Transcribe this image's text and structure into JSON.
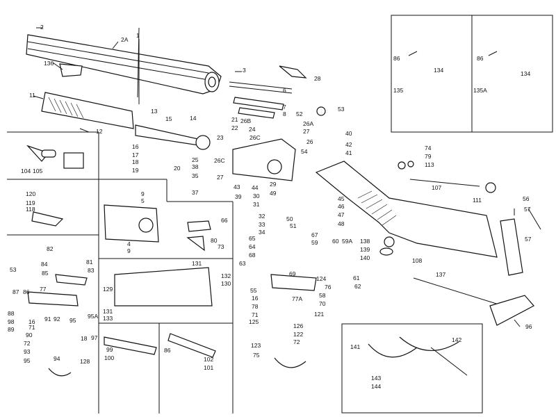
{
  "title": "",
  "labels": [
    "2",
    "2A",
    "1",
    "136",
    "11",
    "3",
    "28",
    "6",
    "7",
    "8",
    "13",
    "12",
    "15",
    "14",
    "21",
    "22",
    "26B",
    "24",
    "26A",
    "52",
    "53",
    "27",
    "40",
    "26",
    "42",
    "41",
    "23",
    "26C",
    "54",
    "16",
    "17",
    "18",
    "19",
    "25",
    "20",
    "38",
    "35",
    "37",
    "27",
    "26C",
    "43",
    "44",
    "39",
    "74",
    "79",
    "113",
    "107",
    "111",
    "104",
    "105",
    "120",
    "119",
    "118",
    "9",
    "5",
    "4",
    "9",
    "66",
    "80",
    "73",
    "29",
    "49",
    "45",
    "46",
    "47",
    "48",
    "30",
    "31",
    "32",
    "33",
    "34",
    "51",
    "50",
    "67",
    "59",
    "60",
    "59A",
    "65",
    "64",
    "68",
    "63",
    "69",
    "61",
    "62",
    "138",
    "139",
    "140",
    "108",
    "56",
    "57",
    "57",
    "53",
    "82",
    "81",
    "84",
    "83",
    "85",
    "87",
    "86",
    "77",
    "88",
    "98",
    "89",
    "16",
    "71",
    "91",
    "92",
    "95",
    "95A",
    "90",
    "72",
    "93",
    "18",
    "97",
    "95",
    "94",
    "128",
    "129",
    "131",
    "132",
    "130",
    "131",
    "133",
    "55",
    "16",
    "78",
    "71",
    "125",
    "77A",
    "70",
    "58",
    "124",
    "76",
    "121",
    "126",
    "122",
    "72",
    "123",
    "75",
    "137",
    "96",
    "99",
    "100",
    "86",
    "102",
    "101",
    "141",
    "142",
    "143",
    "144",
    "86",
    "134",
    "135",
    "86",
    "134",
    "135A"
  ]
}
